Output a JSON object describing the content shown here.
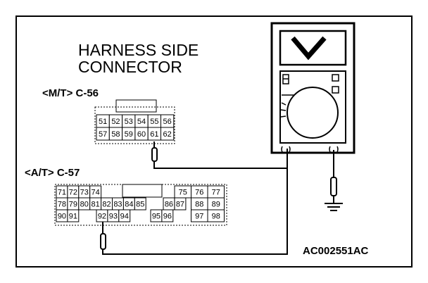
{
  "header": {
    "line1": "HARNESS SIDE",
    "line2": "CONNECTOR"
  },
  "connector_mt": {
    "label": "<M/T> C-56",
    "rows": [
      [
        "51",
        "52",
        "53",
        "54",
        "55",
        "56"
      ],
      [
        "57",
        "58",
        "59",
        "60",
        "61",
        "62"
      ]
    ]
  },
  "connector_at": {
    "label": "<A/T> C-57",
    "row1_left": [
      "71",
      "72",
      "73",
      "74"
    ],
    "row1_right": [
      "75",
      "76",
      "77"
    ],
    "row2": [
      "78",
      "79",
      "80",
      "81",
      "82",
      "83",
      "84",
      "85",
      "86",
      "87",
      "88",
      "89"
    ],
    "row3_left": [
      "90",
      "91"
    ],
    "row3_mid": [
      "92",
      "93",
      "94"
    ],
    "row3_right1": [
      "95",
      "96"
    ],
    "row3_right2": [
      "97",
      "98"
    ]
  },
  "figure_code": "AC002551AC",
  "meter": {
    "display_symbol": "V"
  }
}
